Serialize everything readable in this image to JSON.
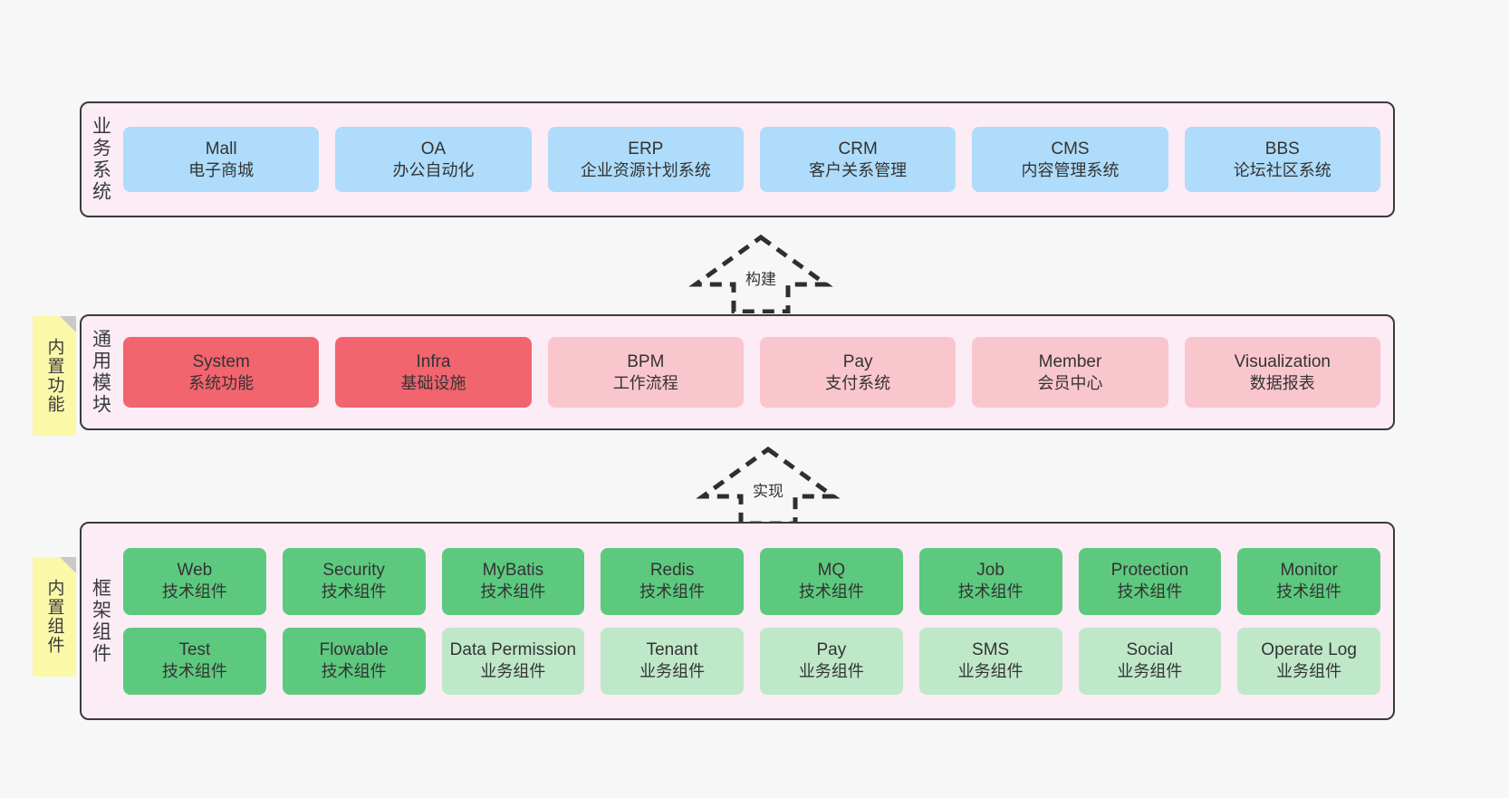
{
  "diagram": {
    "background_color": "#f7f7f7",
    "container_fill": "#fbecf6",
    "container_border": "#3a3a3a"
  },
  "layers": [
    {
      "id": "business",
      "label": "业务系统",
      "rows": [
        {
          "cells": [
            {
              "en": "Mall",
              "cn": "电子商城",
              "color": "#aedcfa",
              "variant": "c-blue"
            },
            {
              "en": "OA",
              "cn": "办公自动化",
              "color": "#aedcfa",
              "variant": "c-blue"
            },
            {
              "en": "ERP",
              "cn": "企业资源计划系统",
              "color": "#aedcfa",
              "variant": "c-blue"
            },
            {
              "en": "CRM",
              "cn": "客户关系管理",
              "color": "#aedcfa",
              "variant": "c-blue"
            },
            {
              "en": "CMS",
              "cn": "内容管理系统",
              "color": "#aedcfa",
              "variant": "c-blue"
            },
            {
              "en": "BBS",
              "cn": "论坛社区系统",
              "color": "#aedcfa",
              "variant": "c-blue"
            }
          ]
        }
      ]
    },
    {
      "id": "common",
      "label": "通用模块",
      "rows": [
        {
          "cells": [
            {
              "en": "System",
              "cn": "系统功能",
              "color": "#f2646e",
              "variant": "c-red"
            },
            {
              "en": "Infra",
              "cn": "基础设施",
              "color": "#f2646e",
              "variant": "c-red"
            },
            {
              "en": "BPM",
              "cn": "工作流程",
              "color": "#fac6ce",
              "variant": "c-pink"
            },
            {
              "en": "Pay",
              "cn": "支付系统",
              "color": "#fac6ce",
              "variant": "c-pink"
            },
            {
              "en": "Member",
              "cn": "会员中心",
              "color": "#fac6ce",
              "variant": "c-pink"
            },
            {
              "en": "Visualization",
              "cn": "数据报表",
              "color": "#fac6ce",
              "variant": "c-pink"
            }
          ]
        }
      ]
    },
    {
      "id": "framework",
      "label": "框架组件",
      "rows": [
        {
          "cells": [
            {
              "en": "Web",
              "cn": "技术组件",
              "color": "#5dc97f",
              "variant": "c-greendark"
            },
            {
              "en": "Security",
              "cn": "技术组件",
              "color": "#5dc97f",
              "variant": "c-greendark"
            },
            {
              "en": "MyBatis",
              "cn": "技术组件",
              "color": "#5dc97f",
              "variant": "c-greendark"
            },
            {
              "en": "Redis",
              "cn": "技术组件",
              "color": "#5dc97f",
              "variant": "c-greendark"
            },
            {
              "en": "MQ",
              "cn": "技术组件",
              "color": "#5dc97f",
              "variant": "c-greendark"
            },
            {
              "en": "Job",
              "cn": "技术组件",
              "color": "#5dc97f",
              "variant": "c-greendark"
            },
            {
              "en": "Protection",
              "cn": "技术组件",
              "color": "#5dc97f",
              "variant": "c-greendark"
            },
            {
              "en": "Monitor",
              "cn": "技术组件",
              "color": "#5dc97f",
              "variant": "c-greendark"
            }
          ]
        },
        {
          "cells": [
            {
              "en": "Test",
              "cn": "技术组件",
              "color": "#5dc97f",
              "variant": "c-greendark"
            },
            {
              "en": "Flowable",
              "cn": "技术组件",
              "color": "#5dc97f",
              "variant": "c-greendark"
            },
            {
              "en": "Data Permission",
              "cn": "业务组件",
              "color": "#bfe8c9",
              "variant": "c-greenlight"
            },
            {
              "en": "Tenant",
              "cn": "业务组件",
              "color": "#bfe8c9",
              "variant": "c-greenlight"
            },
            {
              "en": "Pay",
              "cn": "业务组件",
              "color": "#bfe8c9",
              "variant": "c-greenlight"
            },
            {
              "en": "SMS",
              "cn": "业务组件",
              "color": "#bfe8c9",
              "variant": "c-greenlight"
            },
            {
              "en": "Social",
              "cn": "业务组件",
              "color": "#bfe8c9",
              "variant": "c-greenlight"
            },
            {
              "en": "Operate Log",
              "cn": "业务组件",
              "color": "#bfe8c9",
              "variant": "c-greenlight"
            }
          ]
        }
      ]
    }
  ],
  "arrows": [
    {
      "id": "build",
      "label": "构建",
      "direction": "up",
      "style": "dashed-hollow"
    },
    {
      "id": "realize",
      "label": "实现",
      "direction": "up",
      "style": "dashed-hollow"
    }
  ],
  "notes": [
    {
      "id": "builtin-func",
      "label": "内置功能",
      "color": "#fbf8a8"
    },
    {
      "id": "builtin-comp",
      "label": "内置组件",
      "color": "#fbf8a8"
    }
  ]
}
